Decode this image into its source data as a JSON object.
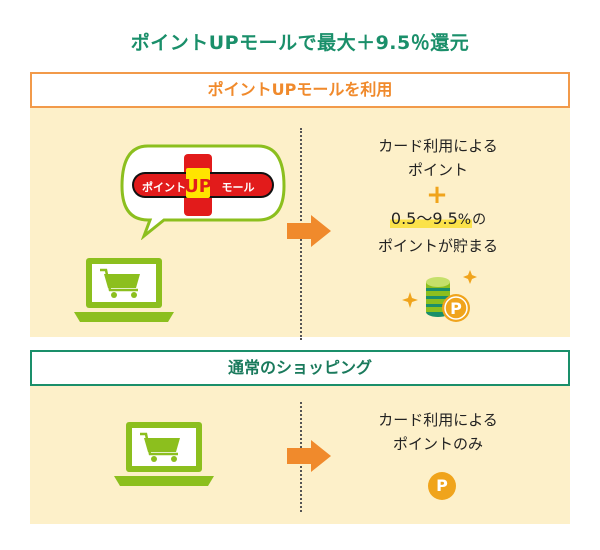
{
  "title": "ポイントUPモールで最大＋9.5％還元",
  "section1": {
    "header": "ポイントUPモールを利用",
    "logo_text_left": "ポイント",
    "logo_text_big": "UP",
    "logo_text_right": "モール",
    "line1": "カード利用による",
    "line2": "ポイント",
    "plus": "+",
    "rate_prefix": "0.5〜9.5",
    "rate_percent": "%",
    "rate_suffix": "の",
    "line4": "ポイントが貯まる",
    "coin_label": "P"
  },
  "section2": {
    "header": "通常のショッピング",
    "line1": "カード利用による",
    "line2": "ポイントのみ",
    "coin_label": "P"
  },
  "colors": {
    "title": "#1a8f6a",
    "orange": "#f08a2c",
    "green": "#1a7a5c",
    "panel": "#fdf0c9",
    "laptop": "#8cbf1e",
    "coin": "#f0a41c"
  }
}
